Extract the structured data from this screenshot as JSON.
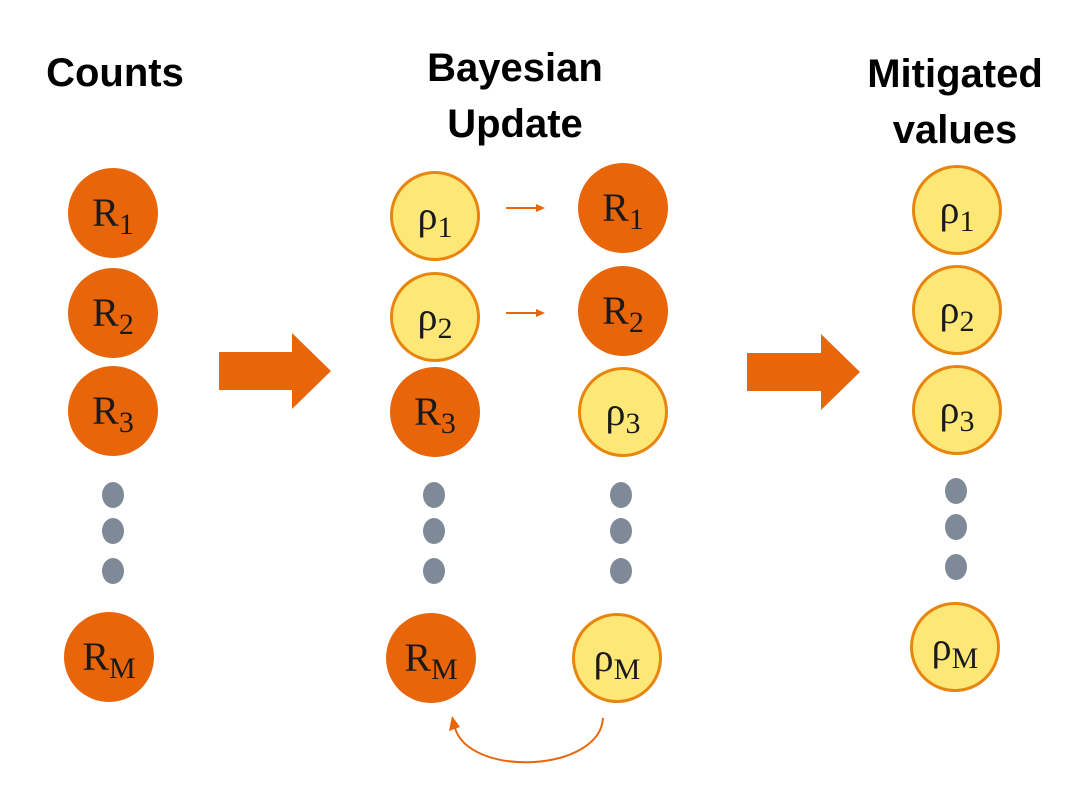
{
  "titles": {
    "counts": "Counts",
    "bayes_line1": "Bayesian",
    "bayes_line2": "Update",
    "mitig_line1": "Mitigated",
    "mitig_line2": "values"
  },
  "labels": {
    "R": "R",
    "rho": "ρ",
    "s1": "1",
    "s2": "2",
    "s3": "3",
    "sM": "M"
  },
  "colors": {
    "dark_orange": "#e8650a",
    "light_yellow": "#fde776",
    "border_orange": "#e8850e",
    "gray_dot": "#7f8a99"
  }
}
